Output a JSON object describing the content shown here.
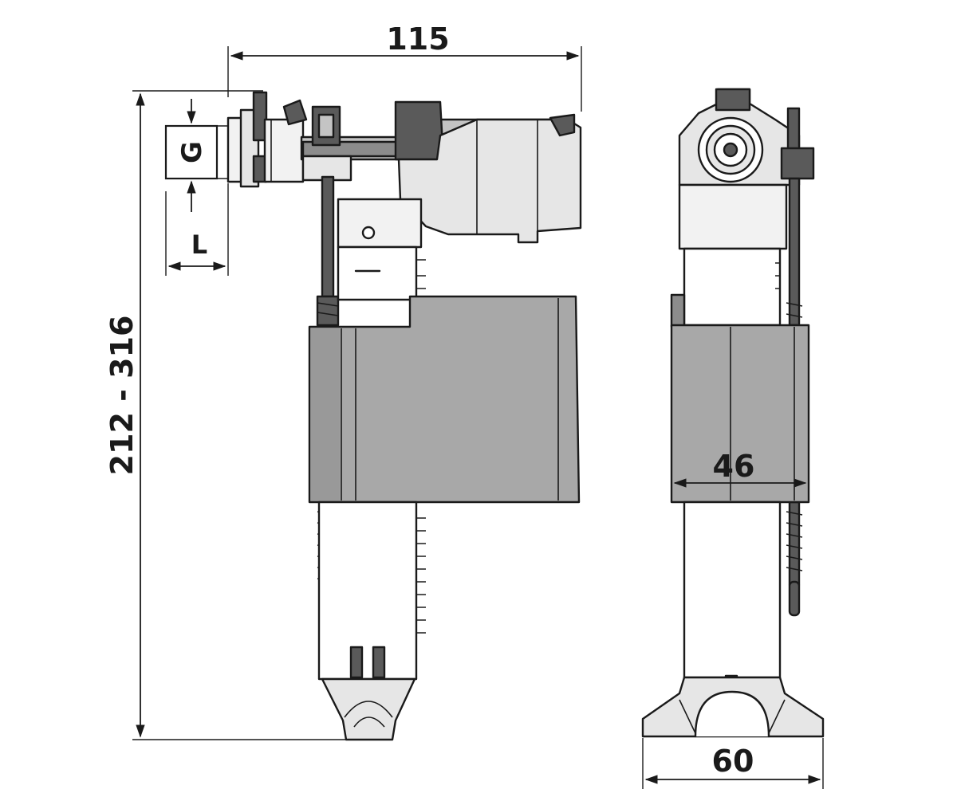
{
  "dimensions": {
    "width_top": "115",
    "height_range": "212 - 316",
    "thread": "G",
    "length": "L",
    "float_width": "46",
    "base_width": "60"
  },
  "colors": {
    "outline": "#1a1a1a",
    "float_fill": "#a8a8a8",
    "float_shade": "#8c8c8c",
    "body_fill": "#e6e6e6",
    "light_fill": "#f2f2f2",
    "mid_fill": "#c4c4c4",
    "dark_fill": "#5a5a5a"
  }
}
